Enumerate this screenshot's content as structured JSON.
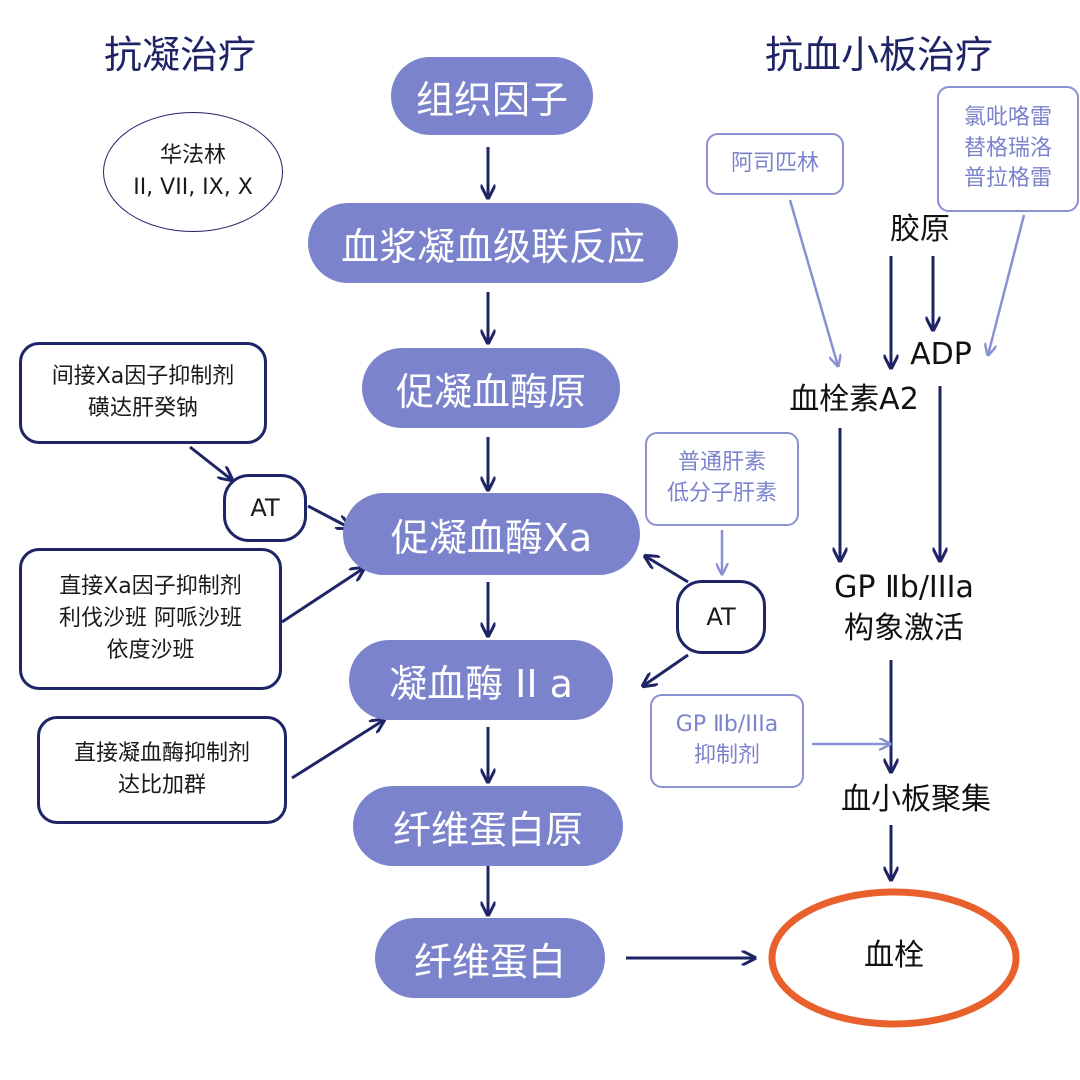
{
  "headings": {
    "left": "抗凝治疗",
    "right": "抗血小板治疗"
  },
  "cascade": [
    "组织因子",
    "血浆凝血级联反应",
    "促凝血酶原",
    "促凝血酶Xa",
    "凝血酶 II a",
    "纤维蛋白原",
    "纤维蛋白"
  ],
  "warfarin": {
    "name": "华法林",
    "factors": "II, VII, IX, X"
  },
  "indirect_xa": {
    "line1": "间接Xa因子抑制剂",
    "line2": "磺达肝癸钠"
  },
  "direct_xa": {
    "line1": "直接Xa因子抑制剂",
    "line2": "利伐沙班 阿哌沙班",
    "line3": "依度沙班"
  },
  "direct_thrombin": {
    "line1": "直接凝血酶抑制剂",
    "line2": "达比加群"
  },
  "at_label": "AT",
  "heparin": {
    "line1": "普通肝素",
    "line2": "低分子肝素"
  },
  "aspirin": "阿司匹林",
  "p2y12": {
    "line1": "氯吡咯雷",
    "line2": "替格瑞洛",
    "line3": "普拉格雷"
  },
  "collagen": "胶原",
  "adp": "ADP",
  "txa2": "血栓素A2",
  "gp_activation": {
    "line1": "GP Ⅱb/IIIa",
    "line2": "构象激活"
  },
  "gp_inhibitor": {
    "line1": "GP Ⅱb/IIIa",
    "line2": "抑制剂"
  },
  "aggregation": "血小板聚集",
  "thrombus": "血栓",
  "colors": {
    "navy": "#1f2466",
    "pill": "#7b83cc",
    "light": "#8a91d0",
    "thrombus": "#e8602c"
  }
}
